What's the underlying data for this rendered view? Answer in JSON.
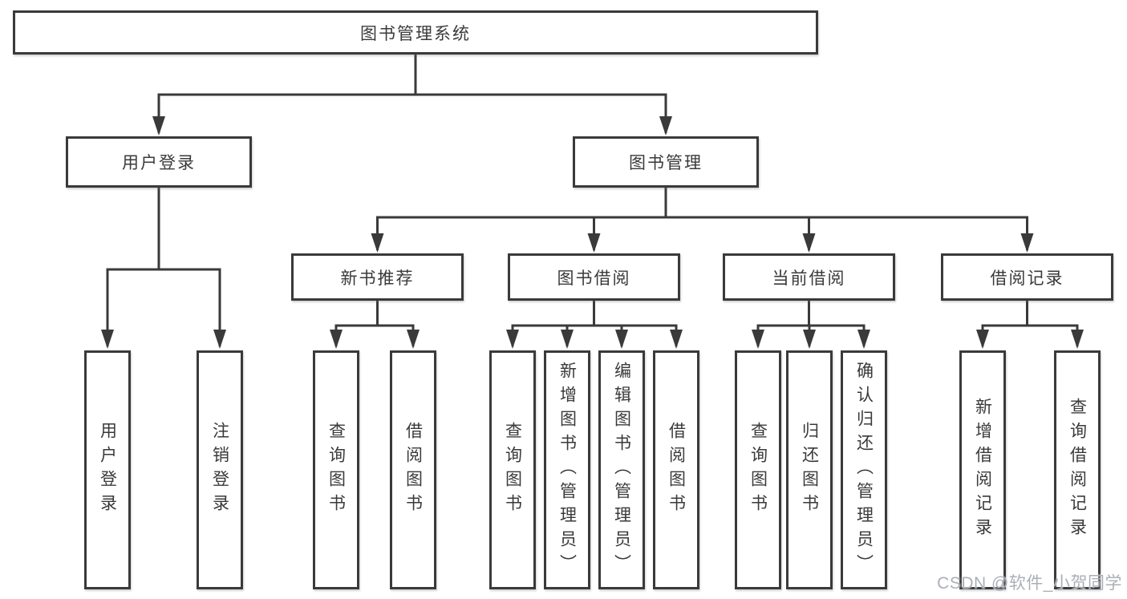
{
  "diagram": {
    "root": {
      "label": "图书管理系统"
    },
    "branches": [
      {
        "label": "用户登录",
        "children": [
          {
            "label": "用户登录"
          },
          {
            "label": "注销登录"
          }
        ]
      },
      {
        "label": "图书管理",
        "children": [
          {
            "label": "新书推荐",
            "children": [
              {
                "label": "查询图书"
              },
              {
                "label": "借阅图书"
              }
            ]
          },
          {
            "label": "图书借阅",
            "children": [
              {
                "label": "查询图书"
              },
              {
                "label": "新增图书（管理员）"
              },
              {
                "label": "编辑图书（管理员）"
              },
              {
                "label": "借阅图书"
              }
            ]
          },
          {
            "label": "当前借阅",
            "children": [
              {
                "label": "查询图书"
              },
              {
                "label": "归还图书"
              },
              {
                "label": "确认归还（管理员）"
              }
            ]
          },
          {
            "label": "借阅记录",
            "children": [
              {
                "label": "新增借阅记录"
              },
              {
                "label": "查询借阅记录"
              }
            ]
          }
        ]
      }
    ]
  },
  "watermark": {
    "text": "CSDN @软件_小贺同学"
  },
  "colors": {
    "line": "#3a3a3a",
    "text": "#3a3a3a",
    "watermark": "#aab0b6",
    "background": "#ffffff"
  }
}
